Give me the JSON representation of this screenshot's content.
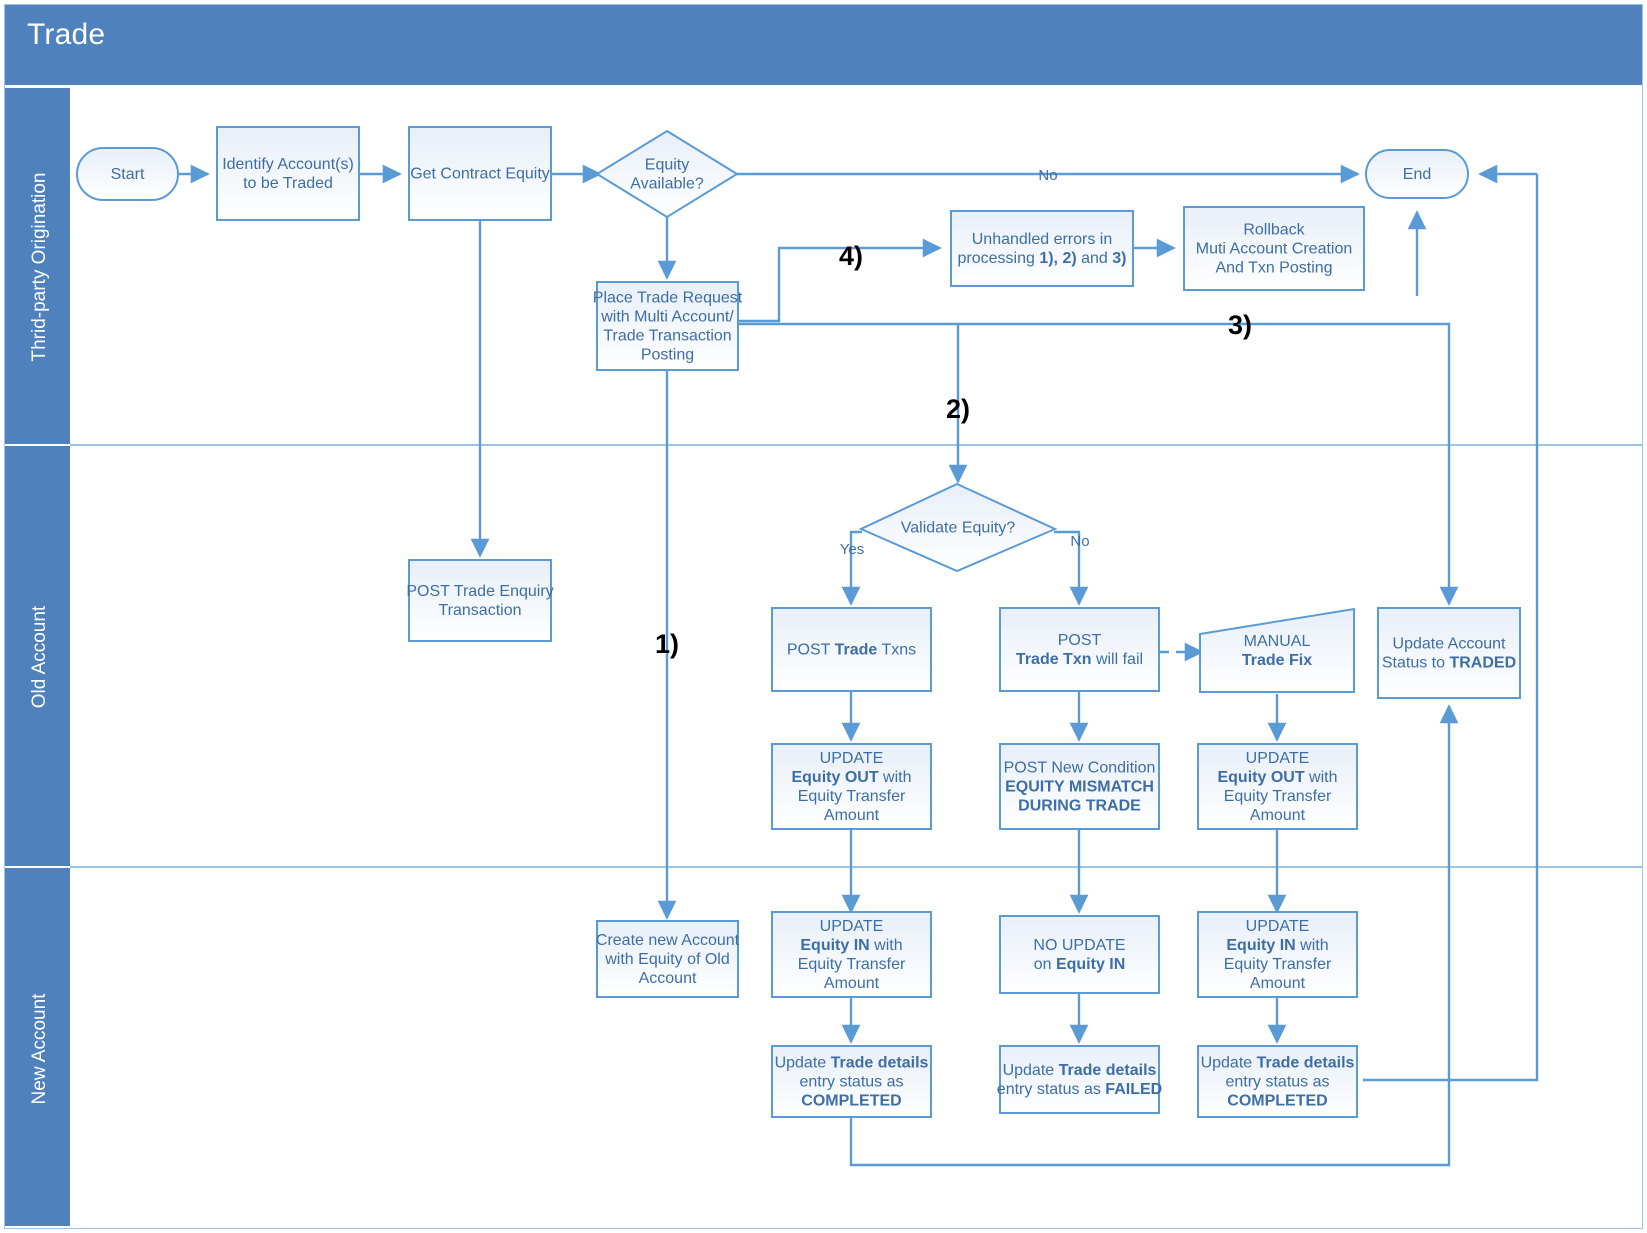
{
  "diagram": {
    "title": "Trade",
    "type": "swimlane-flowchart",
    "lanes": [
      {
        "id": "lane-third-party",
        "label": "Thrid-party Origination"
      },
      {
        "id": "lane-old-account",
        "label": "Old Account"
      },
      {
        "id": "lane-new-account",
        "label": "New Account"
      }
    ],
    "colors": {
      "lane_header_fill": "#4f81bd",
      "node_stroke": "#4f81bd",
      "node_fill_top": "#eef3fa",
      "node_fill_bottom": "#ffffff",
      "connector": "#5b9bd5",
      "text": "#3d6ea5",
      "title_text": "#ffffff",
      "annotation_text": "#000000"
    },
    "nodes": [
      {
        "id": "start",
        "shape": "terminator",
        "lane": "lane-third-party",
        "lines": [
          {
            "t": "Start",
            "b": false
          }
        ]
      },
      {
        "id": "identify-accounts",
        "shape": "process",
        "lane": "lane-third-party",
        "lines": [
          {
            "t": "Identify Account(s)",
            "b": false
          },
          {
            "t": "to be Traded",
            "b": false
          }
        ]
      },
      {
        "id": "get-contract-equity",
        "shape": "process",
        "lane": "lane-third-party",
        "lines": [
          {
            "t": "Get Contract Equity",
            "b": false
          }
        ]
      },
      {
        "id": "equity-available",
        "shape": "decision",
        "lane": "lane-third-party",
        "lines": [
          {
            "t": "Equity",
            "b": false
          },
          {
            "t": "Available?",
            "b": false
          }
        ]
      },
      {
        "id": "place-trade-request",
        "shape": "process",
        "lane": "lane-third-party",
        "lines": [
          {
            "t": "Place Trade Request",
            "b": false
          },
          {
            "t": "with Multi Account/",
            "b": false
          },
          {
            "t": "Trade Transaction",
            "b": false
          },
          {
            "t": "Posting",
            "b": false
          }
        ]
      },
      {
        "id": "unhandled-errors",
        "shape": "process",
        "lane": "lane-third-party",
        "lines": [
          {
            "t": "Unhandled errors in",
            "b": false
          },
          {
            "t": "processing 1), 2) and 3)",
            "b": false
          }
        ]
      },
      {
        "id": "rollback",
        "shape": "process",
        "lane": "lane-third-party",
        "lines": [
          {
            "t": "Rollback",
            "b": false
          },
          {
            "t": "Muti Account Creation",
            "b": false
          },
          {
            "t": "And Txn Posting",
            "b": false
          }
        ]
      },
      {
        "id": "end",
        "shape": "terminator",
        "lane": "lane-third-party",
        "lines": [
          {
            "t": "End",
            "b": false
          }
        ]
      },
      {
        "id": "post-trade-enquiry",
        "shape": "process",
        "lane": "lane-old-account",
        "lines": [
          {
            "t": "POST Trade Enquiry",
            "b": false
          },
          {
            "t": "Transaction",
            "b": false
          }
        ]
      },
      {
        "id": "validate-equity",
        "shape": "decision",
        "lane": "lane-old-account",
        "lines": [
          {
            "t": "Validate Equity?",
            "b": false
          }
        ]
      },
      {
        "id": "post-trade-txns",
        "shape": "process",
        "lane": "lane-old-account",
        "lines": [
          {
            "t": "POST Trade Txns",
            "b": false
          }
        ]
      },
      {
        "id": "post-trade-txn-fail",
        "shape": "process",
        "lane": "lane-old-account",
        "lines": [
          {
            "t": "POST",
            "b": false
          },
          {
            "t": "Trade Txn will fail",
            "b": false
          }
        ]
      },
      {
        "id": "manual-trade-fix",
        "shape": "trapezoid",
        "lane": "lane-old-account",
        "lines": [
          {
            "t": "MANUAL",
            "b": false
          },
          {
            "t": "Trade Fix",
            "b": true
          }
        ]
      },
      {
        "id": "update-account-status",
        "shape": "process",
        "lane": "lane-old-account",
        "lines": [
          {
            "t": "Update Account",
            "b": false
          },
          {
            "t": "Status to TRADED",
            "b": false
          }
        ]
      },
      {
        "id": "update-equity-out-1",
        "shape": "process",
        "lane": "lane-old-account",
        "lines": [
          {
            "t": "UPDATE",
            "b": false
          },
          {
            "t": "Equity OUT with",
            "b": false
          },
          {
            "t": "Equity Transfer",
            "b": false
          },
          {
            "t": "Amount",
            "b": false
          }
        ]
      },
      {
        "id": "post-new-condition",
        "shape": "process",
        "lane": "lane-old-account",
        "lines": [
          {
            "t": "POST New Condition",
            "b": false
          },
          {
            "t": "EQUITY MISMATCH",
            "b": true
          },
          {
            "t": "DURING TRADE",
            "b": true
          }
        ]
      },
      {
        "id": "update-equity-out-2",
        "shape": "process",
        "lane": "lane-old-account",
        "lines": [
          {
            "t": "UPDATE",
            "b": false
          },
          {
            "t": "Equity OUT with",
            "b": false
          },
          {
            "t": "Equity Transfer",
            "b": false
          },
          {
            "t": "Amount",
            "b": false
          }
        ]
      },
      {
        "id": "create-new-account",
        "shape": "process",
        "lane": "lane-new-account",
        "lines": [
          {
            "t": "Create new Account",
            "b": false
          },
          {
            "t": "with Equity of Old",
            "b": false
          },
          {
            "t": "Account",
            "b": false
          }
        ]
      },
      {
        "id": "update-equity-in-1",
        "shape": "process",
        "lane": "lane-new-account",
        "lines": [
          {
            "t": "UPDATE",
            "b": false
          },
          {
            "t": "Equity IN with",
            "b": false
          },
          {
            "t": "Equity Transfer",
            "b": false
          },
          {
            "t": "Amount",
            "b": false
          }
        ]
      },
      {
        "id": "no-update-equity-in",
        "shape": "process",
        "lane": "lane-new-account",
        "lines": [
          {
            "t": "NO UPDATE",
            "b": false
          },
          {
            "t": "on Equity IN",
            "b": false
          }
        ]
      },
      {
        "id": "update-equity-in-2",
        "shape": "process",
        "lane": "lane-new-account",
        "lines": [
          {
            "t": "UPDATE",
            "b": false
          },
          {
            "t": "Equity IN with",
            "b": false
          },
          {
            "t": "Equity Transfer",
            "b": false
          },
          {
            "t": "Amount",
            "b": false
          }
        ]
      },
      {
        "id": "update-trade-completed-1",
        "shape": "process",
        "lane": "lane-new-account",
        "lines": [
          {
            "t": "Update Trade details",
            "b": false
          },
          {
            "t": "entry status as",
            "b": false
          },
          {
            "t": "COMPLETED",
            "b": true
          }
        ]
      },
      {
        "id": "update-trade-failed",
        "shape": "process",
        "lane": "lane-new-account",
        "lines": [
          {
            "t": "Update Trade details",
            "b": false
          },
          {
            "t": "entry status as FAILED",
            "b": false
          }
        ]
      },
      {
        "id": "update-trade-completed-2",
        "shape": "process",
        "lane": "lane-new-account",
        "lines": [
          {
            "t": "Update Trade details",
            "b": false
          },
          {
            "t": "entry status as",
            "b": false
          },
          {
            "t": "COMPLETED",
            "b": true
          }
        ]
      }
    ],
    "edge_labels": [
      {
        "id": "edge-label-no-equity",
        "text": "No"
      },
      {
        "id": "edge-label-validate-yes",
        "text": "Yes"
      },
      {
        "id": "edge-label-validate-no",
        "text": "No"
      }
    ],
    "annotations": [
      {
        "id": "annotation-1",
        "text": "1)"
      },
      {
        "id": "annotation-2",
        "text": "2)"
      },
      {
        "id": "annotation-3",
        "text": "3)"
      },
      {
        "id": "annotation-4",
        "text": "4)"
      }
    ]
  }
}
